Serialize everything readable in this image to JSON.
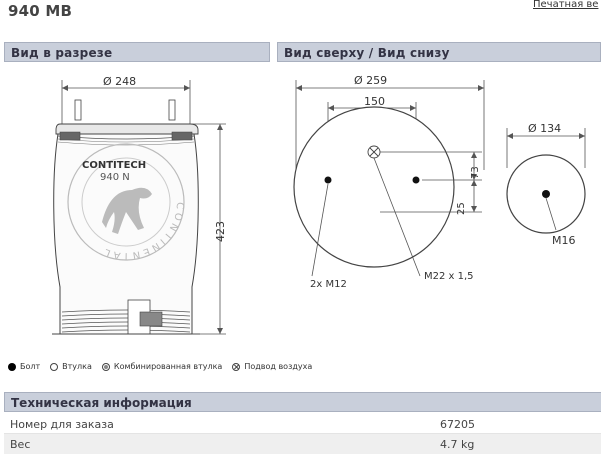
{
  "product": {
    "title": "940 MB",
    "print_link": "Печатная ве"
  },
  "sections": {
    "cross_section": "Вид в разрезе",
    "top_bottom": "Вид сверху / Вид снизу"
  },
  "cross_section_drawing": {
    "diameter_label": "Ø 248",
    "height_label": "423",
    "logo_brand": "CONTITECH",
    "logo_model": "940 N",
    "logo_ring_text": "CONTINENTAL"
  },
  "top_view_drawing": {
    "diameter_label": "Ø 259",
    "bolt_spacing_label": "150",
    "offset_label_73": "73",
    "offset_label_25": "25",
    "bolts_label": "2x M12",
    "air_inlet_label": "M22 x 1,5"
  },
  "bottom_view_drawing": {
    "diameter_label": "Ø 134",
    "thread_label": "M16"
  },
  "legend": {
    "bolt": "Болт",
    "sleeve": "Втулка",
    "combined_sleeve": "Комбинированная втулка",
    "air_inlet": "Подвод воздуха"
  },
  "tech_info": {
    "header": "Техническая информация",
    "rows": [
      {
        "label": "Номер для заказа",
        "value": "67205"
      },
      {
        "label": "Вес",
        "value": "4.7 kg"
      }
    ]
  }
}
